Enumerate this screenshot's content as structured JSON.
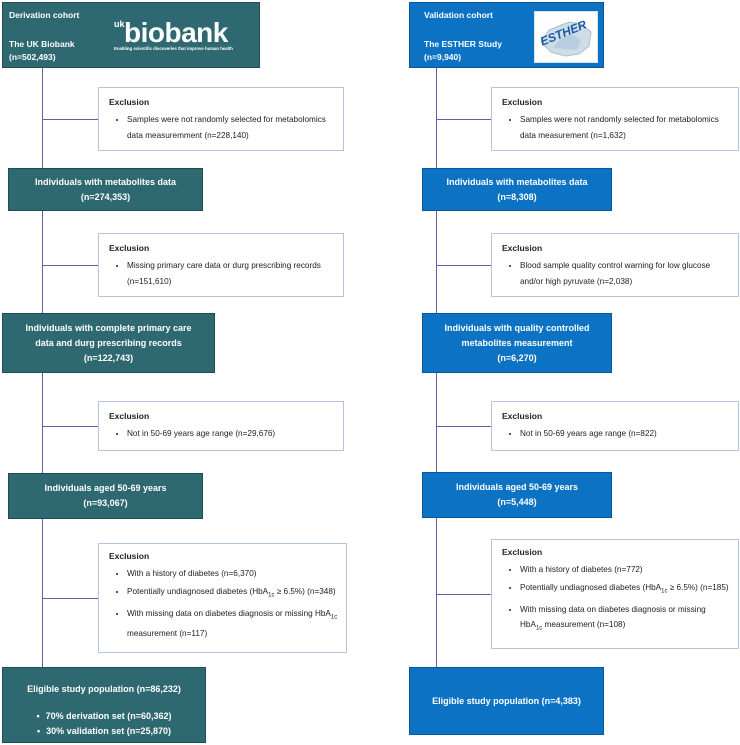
{
  "derivation": {
    "header": {
      "cohort_label": "Derivation cohort",
      "study_name": "The UK Biobank",
      "count": "(n=502,493)",
      "logo": {
        "prefix": "uk",
        "name": "biobank",
        "tagline": "Enabling scientific discoveries that improve human health"
      }
    },
    "stages": [
      {
        "lines": [
          "Individuals with metabolites data",
          "(n=274,353)"
        ]
      },
      {
        "lines": [
          "Individuals with complete primary care",
          "data and durg prescribing records",
          "(n=122,743)"
        ]
      },
      {
        "lines": [
          "Individuals aged 50-69 years",
          "(n=93,067)"
        ]
      }
    ],
    "exclusions": [
      {
        "title": "Exclusion",
        "items": [
          "Samples were not randomly selected for metabolomics data measuremment (n=228,140)"
        ]
      },
      {
        "title": "Exclusion",
        "items": [
          "Missing primary care data or durg prescribing records (n=151,610)"
        ]
      },
      {
        "title": "Exclusion",
        "items": [
          "Not in 50-69 years age range (n=29,676)"
        ]
      },
      {
        "title": "Exclusion",
        "items": [
          "With a history of diabetes (n=6,370)",
          "Potentially undiagnosed diabetes (HbA1c ≥ 6.5%) (n=348)",
          "With missing data on diabetes diagnosis or missing HbA1c measurement (n=117)"
        ]
      }
    ],
    "final": {
      "title": "Eligible study population (n=86,232)",
      "items": [
        "70% derivation set (n=60,362)",
        "30% validation set (n=25,870)"
      ]
    }
  },
  "validation": {
    "header": {
      "cohort_label": "Validation cohort",
      "study_name": "The ESTHER Study",
      "count": "(n=9,940)",
      "logo": {
        "name": "ESTHER"
      }
    },
    "stages": [
      {
        "lines": [
          "Individuals with metabolites data",
          "(n=8,308)"
        ]
      },
      {
        "lines": [
          "Individuals with quality controlled",
          "metabolites measurement",
          "(n=6,270)"
        ]
      },
      {
        "lines": [
          "Individuals aged 50-69 years",
          "(n=5,448)"
        ]
      }
    ],
    "exclusions": [
      {
        "title": "Exclusion",
        "items": [
          "Samples were not randomly selected for metabolomics data measurement (n=1,632)"
        ]
      },
      {
        "title": "Exclusion",
        "items": [
          "Blood sample quality control warning for low glucose and/or high pyruvate (n=2,038)"
        ]
      },
      {
        "title": "Exclusion",
        "items": [
          "Not in 50-69 years age range (n=822)"
        ]
      },
      {
        "title": "Exclusion",
        "items": [
          "With a history of diabetes (n=772)",
          "Potentially undiagnosed diabetes (HbA1c ≥ 6.5%) (n=185)",
          "With missing data on diabetes diagnosis or missing HbA1c measurement (n=108)"
        ]
      }
    ],
    "final": {
      "title": "Eligible study population (n=4,383)"
    }
  },
  "colors": {
    "derivation_box": "#2e6870",
    "validation_box": "#0b72c4",
    "connector": "#6b5ba5",
    "exclusion_border": "#b7c3e3"
  }
}
